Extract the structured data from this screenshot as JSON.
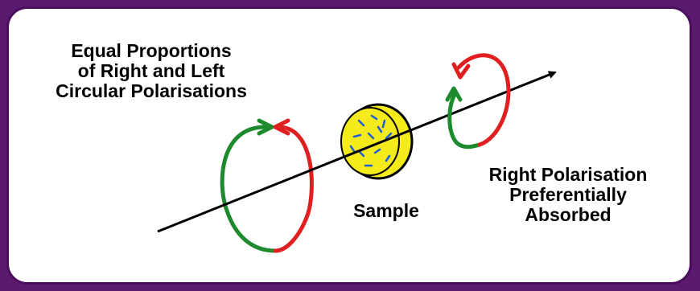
{
  "labels": {
    "input_line1": "Equal Proportions",
    "input_line2": "of Right and Left",
    "input_line3": "Circular Polarisations",
    "sample": "Sample",
    "output_line1": "Right Polarisation",
    "output_line2": "Preferentially",
    "output_line3": "Absorbed"
  },
  "colors": {
    "background": "#5a1a6e",
    "border": "#4b0e5e",
    "panel": "#ffffff",
    "right_polarisation": "#e02020",
    "left_polarisation": "#1e8a2e",
    "sample_fill": "#f5ea1a",
    "sample_marks": "#1f5fd6",
    "beam": "#000000"
  },
  "icons": {
    "beam": "arrow-icon",
    "sample": "sample-disc-icon",
    "input_circle": "polarisation-circle-icon",
    "output_circle": "polarisation-circle-icon"
  }
}
